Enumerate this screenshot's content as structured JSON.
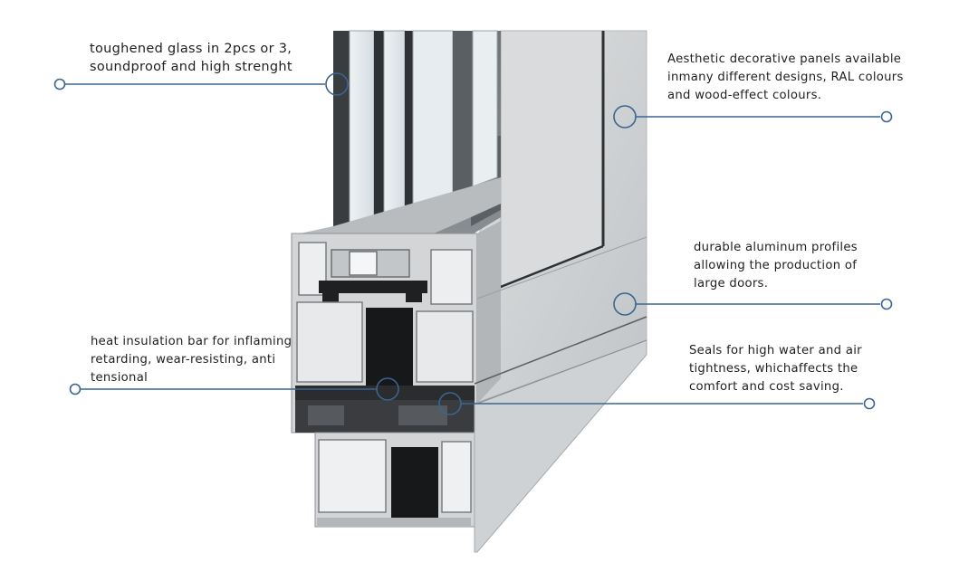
{
  "colors": {
    "leader": "#3a6591",
    "frame_light": "#d6d8da",
    "frame_face": "#c4c7ca",
    "frame_dark": "#2b2d30",
    "glass": "#e4eaee",
    "background": "#ffffff"
  },
  "callouts": {
    "glass": {
      "lines": [
        "toughened glass in 2pcs or 3,",
        "soundproof and high strenght"
      ]
    },
    "panels": {
      "lines": [
        "Aesthetic decorative panels available",
        "inmany different designs, RAL colours",
        "and wood-effect colours."
      ]
    },
    "profiles": {
      "lines": [
        "durable aluminum profiles",
        "allowing the production of",
        "large doors."
      ]
    },
    "insulation": {
      "lines": [
        "heat insulation bar for inflaming",
        "retarding, wear-resisting, anti",
        "tensional"
      ]
    },
    "seals": {
      "lines": [
        "Seals for high water and air",
        "tightness, whichaffects the",
        "comfort and cost saving."
      ]
    }
  }
}
